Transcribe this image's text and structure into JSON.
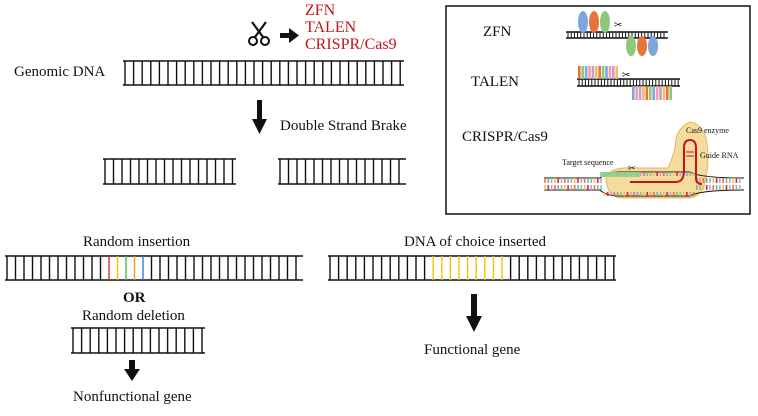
{
  "labels": {
    "genomic_dna": "Genomic DNA",
    "double_strand_break": "Double Strand Brake",
    "random_insertion": "Random insertion",
    "or": "OR",
    "random_deletion": "Random deletion",
    "nonfunctional_gene": "Nonfunctional gene",
    "dna_of_choice_inserted": "DNA of choice inserted",
    "functional_gene": "Functional gene"
  },
  "nucleases": [
    "ZFN",
    "TALEN",
    "CRISPR/Cas9"
  ],
  "inset": {
    "zfn": "ZFN",
    "talen": "TALEN",
    "crispr": "CRISPR/Cas9",
    "cas9_enzyme": "Cas9 enzyme",
    "guide_rna": "Guide RNA",
    "target_sequence": "Target sequence"
  },
  "icons": {
    "scissors": "scissors-icon",
    "right_arrow": "right-arrow-icon",
    "down_arrow": "down-arrow-icon"
  },
  "colors": {
    "nuclease_text": "#c0161b",
    "dna_lines": "#111111",
    "insert_yellow": "#f2c200",
    "insert_red": "#d0312d",
    "insert_green": "#5bb35b",
    "insert_blue": "#2f7fd1",
    "insert_orange": "#f0a020",
    "zfn_blue": "#7ea6dc",
    "zfn_orange": "#e8743b",
    "zfn_green": "#8cc97a",
    "cas9_fill": "#f6dc9c",
    "guide_rna": "#c0161b"
  }
}
